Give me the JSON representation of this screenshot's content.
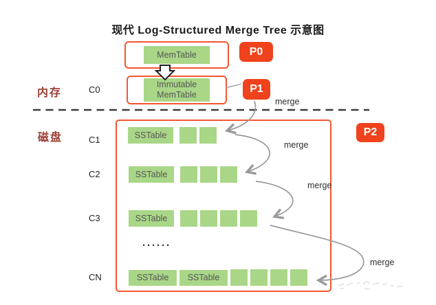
{
  "title": "现代 Log-Structured Merge Tree 示意图",
  "badges": {
    "p0": "P0",
    "p1": "P1",
    "p2": "P2"
  },
  "memory": {
    "section_label": "内存",
    "level_label": "C0",
    "memtable": "MemTable",
    "immutable_line1": "Immutable",
    "immutable_line2": "MemTable"
  },
  "disk": {
    "section_label": "磁盘",
    "ellipsis": "······",
    "levels": [
      {
        "id": "C1",
        "tables": [
          "SSTable"
        ],
        "segments": 2
      },
      {
        "id": "C2",
        "tables": [
          "SSTable"
        ],
        "segments": 3
      },
      {
        "id": "C3",
        "tables": [
          "SSTable"
        ],
        "segments": 4
      },
      {
        "id": "CN",
        "tables": [
          "SSTable",
          "SSTable"
        ],
        "segments": 4
      }
    ]
  },
  "merge_labels": [
    "merge",
    "merge",
    "merge",
    "merge"
  ],
  "colors": {
    "accent_red": "#f4552e",
    "badge_red": "#f0421c",
    "green_fill": "#a9d687",
    "section_label_red": "#9b4034",
    "arrow_gray": "#9a9a9a"
  }
}
